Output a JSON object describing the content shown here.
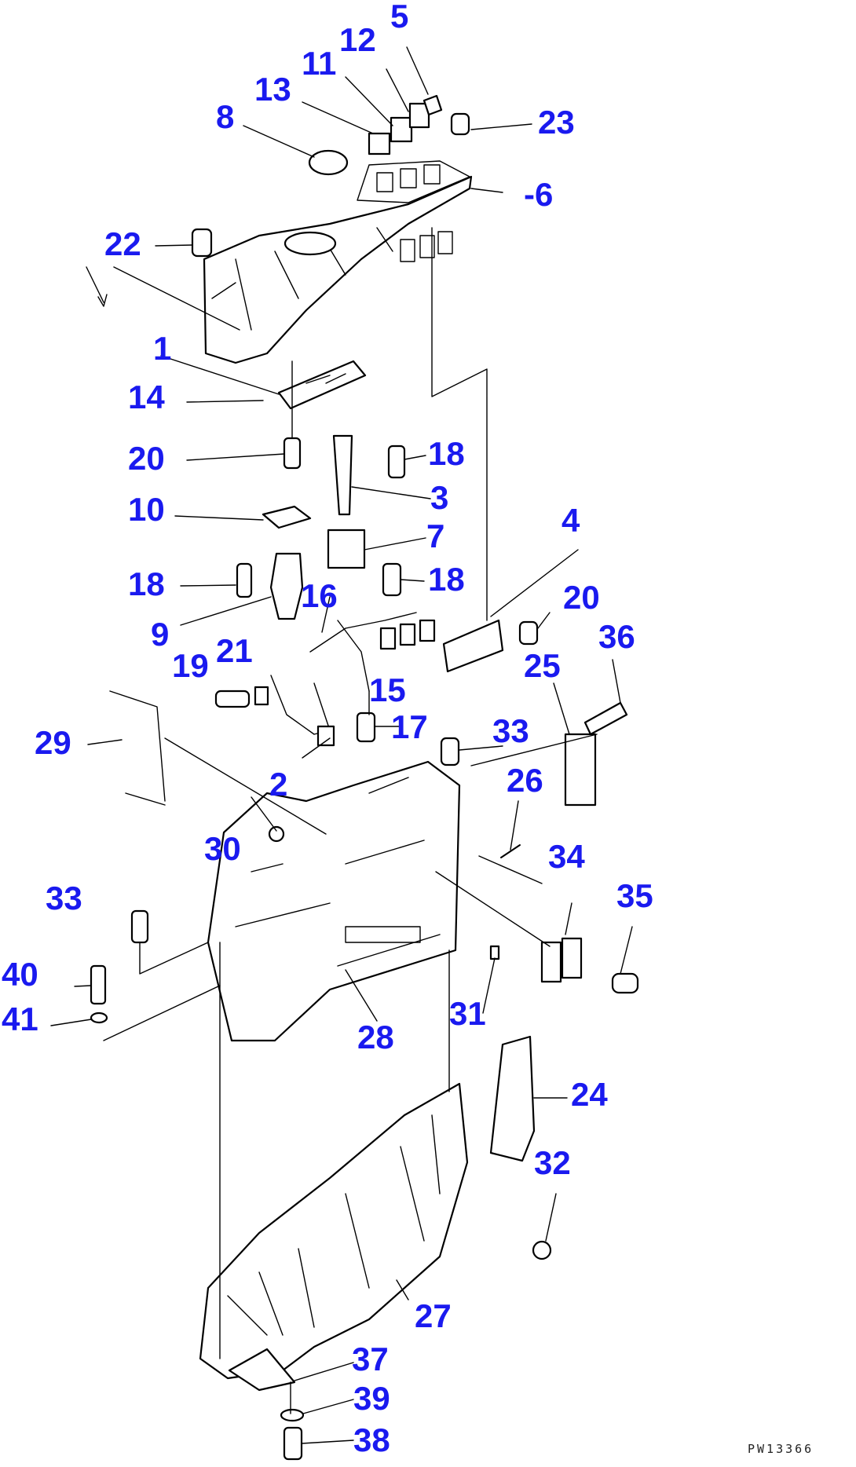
{
  "callouts": [
    {
      "id": "c5",
      "text": "5"
    },
    {
      "id": "c12",
      "text": "12"
    },
    {
      "id": "c11",
      "text": "11"
    },
    {
      "id": "c13",
      "text": "13"
    },
    {
      "id": "c8",
      "text": "8"
    },
    {
      "id": "c23",
      "text": "23"
    },
    {
      "id": "c6",
      "text": "-6"
    },
    {
      "id": "c22",
      "text": "22"
    },
    {
      "id": "c1",
      "text": "1"
    },
    {
      "id": "c14",
      "text": "14"
    },
    {
      "id": "c20a",
      "text": "20"
    },
    {
      "id": "c18a",
      "text": "18"
    },
    {
      "id": "c3",
      "text": "3"
    },
    {
      "id": "c10",
      "text": "10"
    },
    {
      "id": "c7",
      "text": "7"
    },
    {
      "id": "c4",
      "text": "4"
    },
    {
      "id": "c18b",
      "text": "18"
    },
    {
      "id": "c18c",
      "text": "18"
    },
    {
      "id": "c16",
      "text": "16"
    },
    {
      "id": "c20b",
      "text": "20"
    },
    {
      "id": "c36",
      "text": "36"
    },
    {
      "id": "c9",
      "text": "9"
    },
    {
      "id": "c19",
      "text": "19"
    },
    {
      "id": "c21",
      "text": "21"
    },
    {
      "id": "c25",
      "text": "25"
    },
    {
      "id": "c15",
      "text": "15"
    },
    {
      "id": "c17",
      "text": "17"
    },
    {
      "id": "c33a",
      "text": "33"
    },
    {
      "id": "c29",
      "text": "29"
    },
    {
      "id": "c2",
      "text": "2"
    },
    {
      "id": "c26",
      "text": "26"
    },
    {
      "id": "c30",
      "text": "30"
    },
    {
      "id": "c34",
      "text": "34"
    },
    {
      "id": "c35",
      "text": "35"
    },
    {
      "id": "c33b",
      "text": "33"
    },
    {
      "id": "c40",
      "text": "40"
    },
    {
      "id": "c41",
      "text": "41"
    },
    {
      "id": "c31",
      "text": "31"
    },
    {
      "id": "c28",
      "text": "28"
    },
    {
      "id": "c24",
      "text": "24"
    },
    {
      "id": "c32",
      "text": "32"
    },
    {
      "id": "c27",
      "text": "27"
    },
    {
      "id": "c37",
      "text": "37"
    },
    {
      "id": "c39",
      "text": "39"
    },
    {
      "id": "c38",
      "text": "38"
    }
  ],
  "drawing_code": "PW13366"
}
